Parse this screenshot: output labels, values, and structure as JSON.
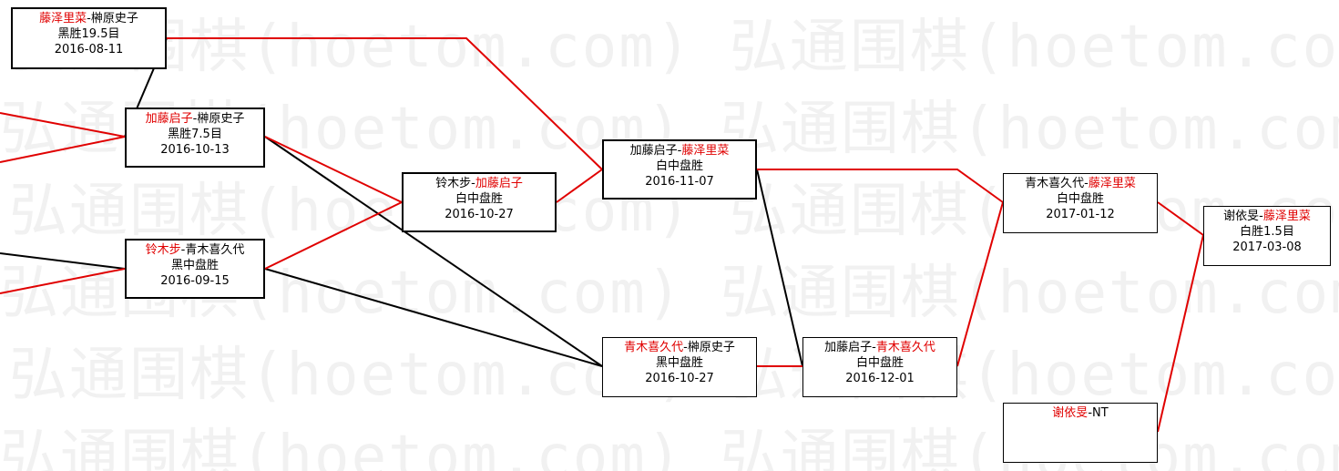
{
  "watermark_text": "弘通围棋(hoetom.com)",
  "colors": {
    "winner": "#e00000",
    "loser_line": "#000000",
    "win_line": "#e00000"
  },
  "games": [
    {
      "id": "g1",
      "black": "藤泽里菜",
      "sep": "-",
      "white": "榊原史子",
      "winner_side": "black",
      "result": "黑胜19.5目",
      "date": "2016-08-11"
    },
    {
      "id": "g2",
      "black": "加藤启子",
      "sep": "-",
      "white": "榊原史子",
      "winner_side": "black",
      "result": "黑胜7.5目",
      "date": "2016-10-13"
    },
    {
      "id": "g3",
      "black": "铃木步",
      "sep": "-",
      "white": "青木喜久代",
      "winner_side": "black",
      "result": "黑中盘胜",
      "date": "2016-09-15"
    },
    {
      "id": "g4",
      "black": "铃木步",
      "sep": "-",
      "white": "加藤启子",
      "winner_side": "white",
      "result": "白中盘胜",
      "date": "2016-10-27"
    },
    {
      "id": "g5",
      "black": "加藤启子",
      "sep": "-",
      "white": "藤泽里菜",
      "winner_side": "white",
      "result": "白中盘胜",
      "date": "2016-11-07"
    },
    {
      "id": "g6",
      "black": "青木喜久代",
      "sep": "-",
      "white": "榊原史子",
      "winner_side": "black",
      "result": "黑中盘胜",
      "date": "2016-10-27"
    },
    {
      "id": "g7",
      "black": "加藤启子",
      "sep": "-",
      "white": "青木喜久代",
      "winner_side": "white",
      "result": "白中盘胜",
      "date": "2016-12-01"
    },
    {
      "id": "g8",
      "black": "青木喜久代",
      "sep": "-",
      "white": "藤泽里菜",
      "winner_side": "white",
      "result": "白中盘胜",
      "date": "2017-01-12"
    },
    {
      "id": "g9",
      "black": "谢依旻",
      "sep": "-",
      "white": "NT",
      "winner_side": "black",
      "result": "",
      "date": ""
    },
    {
      "id": "g10",
      "black": "谢依旻",
      "sep": "-",
      "white": "藤泽里菜",
      "winner_side": "white",
      "result": "白胜1.5目",
      "date": "2017-03-08"
    }
  ]
}
